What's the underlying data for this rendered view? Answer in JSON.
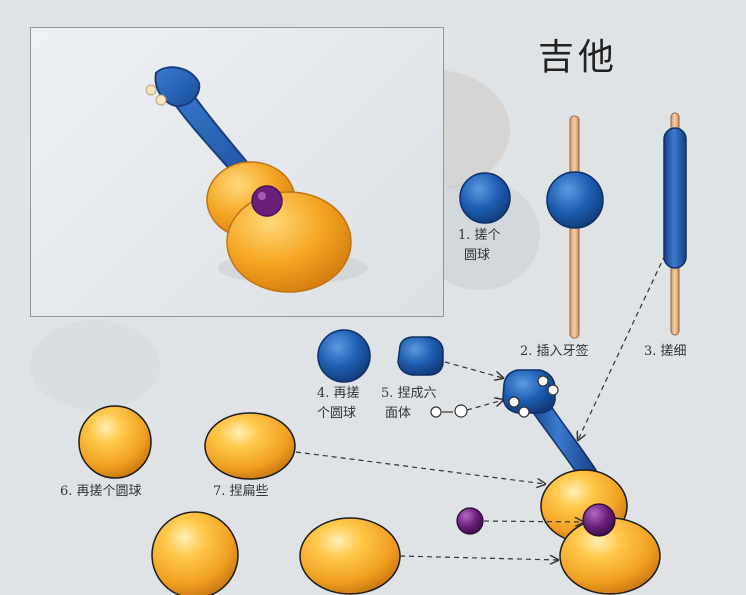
{
  "title": "吉他",
  "steps": {
    "s1": {
      "line1": "1. 搓个",
      "line2": "圆球"
    },
    "s2": {
      "text": "2. 插入牙签"
    },
    "s3": {
      "text": "3. 搓细"
    },
    "s4": {
      "line1": "4. 再搓",
      "line2": "个圆球"
    },
    "s5": {
      "line1": "5. 捏成六",
      "line2": "面体"
    },
    "s6": {
      "text": "6. 再搓个圆球"
    },
    "s7": {
      "text": "7. 捏扁些"
    }
  },
  "colors": {
    "blue": "#1f5fb4",
    "orange": "#f5a623",
    "purple": "#6a1f7a",
    "toothpick": "#e8b48a"
  }
}
